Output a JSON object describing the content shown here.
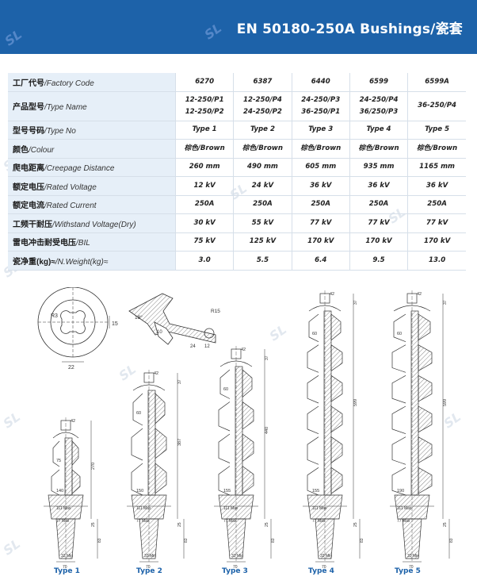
{
  "header": {
    "title": "EN 50180-250A Bushings/瓷套"
  },
  "watermark": "SL",
  "colors": {
    "header_bg": "#1d62a9",
    "label_bg": "#e6eff8",
    "type_label": "#1d62a9"
  },
  "table": {
    "rows": [
      {
        "label_cn": "工厂代号",
        "label_en": "/Factory Code",
        "values": [
          "6270",
          "6387",
          "6440",
          "6599",
          "6599A"
        ]
      },
      {
        "label_cn": "产品型号",
        "label_en": "/Type Name",
        "values": [
          [
            "12-250/P1",
            "12-250/P2"
          ],
          [
            "12-250/P4",
            "24-250/P2"
          ],
          [
            "24-250/P3",
            "36-250/P1"
          ],
          [
            "24-250/P4",
            "36/250/P3"
          ],
          [
            "36-250/P4"
          ]
        ]
      },
      {
        "label_cn": "型号号码",
        "label_en": "/Type No",
        "values": [
          "Type 1",
          "Type 2",
          "Type 3",
          "Type 4",
          "Type 5"
        ]
      },
      {
        "label_cn": "颜色",
        "label_en": "/Colour",
        "values": [
          "棕色/Brown",
          "棕色/Brown",
          "棕色/Brown",
          "棕色/Brown",
          "棕色/Brown"
        ]
      },
      {
        "label_cn": "爬电距离",
        "label_en": "/Creepage Distance",
        "values": [
          "260 mm",
          "490 mm",
          "605 mm",
          "935 mm",
          "1165 mm"
        ]
      },
      {
        "label_cn": "额定电压",
        "label_en": "/Rated Voltage",
        "values": [
          "12 kV",
          "24 kV",
          "36 kV",
          "36 kV",
          "36 kV"
        ]
      },
      {
        "label_cn": "额定电流",
        "label_en": "/Rated Current",
        "values": [
          "250A",
          "250A",
          "250A",
          "250A",
          "250A"
        ]
      },
      {
        "label_cn": "工频干耐压",
        "label_en": "/Withstand Voltage(Dry)",
        "values": [
          "30 kV",
          "55 kV",
          "77 kV",
          "77 kV",
          "77 kV"
        ]
      },
      {
        "label_cn": "雷电冲击耐受电压",
        "label_en": "/BIL",
        "values": [
          "75 kV",
          "125 kV",
          "170 kV",
          "170 kV",
          "170 kV"
        ]
      },
      {
        "label_cn": "瓷净重(kg)≈",
        "label_en": "/N.Weight(kg)≈",
        "values": [
          "3.0",
          "5.5",
          "6.4",
          "9.5",
          "13.0"
        ]
      }
    ]
  },
  "drawings": {
    "detail": {
      "r3": "R3",
      "dim15": "15",
      "dim22": "22"
    },
    "section": {
      "r15": "R15",
      "d18": "18°",
      "d24": "24",
      "d10": "10",
      "d12": "12"
    },
    "common": {
      "max111": "111 Max",
      "max77": "77 Max",
      "min33": "33 Min",
      "d70": "70",
      "h83": "83",
      "h25": "25"
    },
    "types": [
      {
        "label": "Type 1",
        "top": "42",
        "d1": "75",
        "d2": "140",
        "height": "270"
      },
      {
        "label": "Type 2",
        "top": "42",
        "d1": "60",
        "d2": "150",
        "height": "387",
        "h37": "37"
      },
      {
        "label": "Type 3",
        "top": "42",
        "d1": "60",
        "d2": "155",
        "height": "440",
        "h37": "37"
      },
      {
        "label": "Type 4",
        "top": "42",
        "d1": "60",
        "d2": "155",
        "height": "599",
        "h37": "37"
      },
      {
        "label": "Type 5",
        "top": "42",
        "d1": "60",
        "d2": "190",
        "height": "599",
        "h37": "37"
      }
    ]
  }
}
